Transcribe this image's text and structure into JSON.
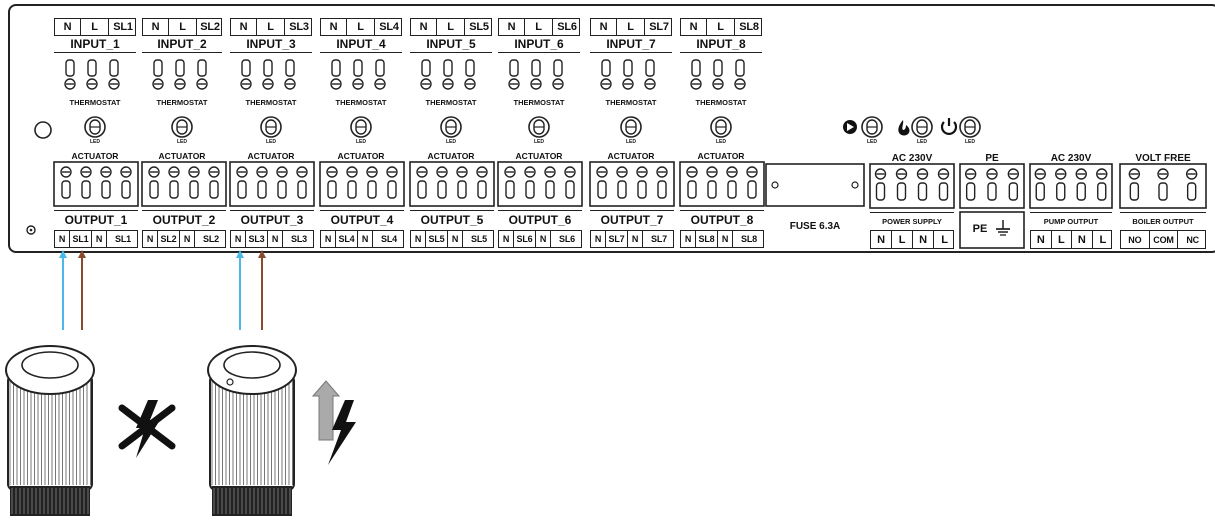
{
  "inputs": [
    {
      "pins": [
        "N",
        "L",
        "SL1"
      ],
      "label": "INPUT_1"
    },
    {
      "pins": [
        "N",
        "L",
        "SL2"
      ],
      "label": "INPUT_2"
    },
    {
      "pins": [
        "N",
        "L",
        "SL3"
      ],
      "label": "INPUT_3"
    },
    {
      "pins": [
        "N",
        "L",
        "SL4"
      ],
      "label": "INPUT_4"
    },
    {
      "pins": [
        "N",
        "L",
        "SL5"
      ],
      "label": "INPUT_5"
    },
    {
      "pins": [
        "N",
        "L",
        "SL6"
      ],
      "label": "INPUT_6"
    },
    {
      "pins": [
        "N",
        "L",
        "SL7"
      ],
      "label": "INPUT_7"
    },
    {
      "pins": [
        "N",
        "L",
        "SL8"
      ],
      "label": "INPUT_8"
    }
  ],
  "outputs": [
    {
      "pins": [
        "N",
        "SL1",
        "N",
        "SL1"
      ],
      "label": "OUTPUT_1"
    },
    {
      "pins": [
        "N",
        "SL2",
        "N",
        "SL2"
      ],
      "label": "OUTPUT_2"
    },
    {
      "pins": [
        "N",
        "SL3",
        "N",
        "SL3"
      ],
      "label": "OUTPUT_3"
    },
    {
      "pins": [
        "N",
        "SL4",
        "N",
        "SL4"
      ],
      "label": "OUTPUT_4"
    },
    {
      "pins": [
        "N",
        "SL5",
        "N",
        "SL5"
      ],
      "label": "OUTPUT_5"
    },
    {
      "pins": [
        "N",
        "SL6",
        "N",
        "SL6"
      ],
      "label": "OUTPUT_6"
    },
    {
      "pins": [
        "N",
        "SL7",
        "N",
        "SL7"
      ],
      "label": "OUTPUT_7"
    },
    {
      "pins": [
        "N",
        "SL8",
        "N",
        "SL8"
      ],
      "label": "OUTPUT_8"
    }
  ],
  "thermostat_label": "THERMOSTAT",
  "led_label": "LED",
  "actuator_label": "ACTUATOR",
  "fuse_label": "FUSE 6.3A",
  "power": {
    "title": "AC 230V",
    "label": "POWER SUPPLY",
    "pins": [
      "N",
      "L",
      "N",
      "L"
    ]
  },
  "pe": {
    "title": "PE",
    "label": "PE"
  },
  "pump": {
    "title": "AC 230V",
    "label": "PUMP OUTPUT",
    "pins": [
      "N",
      "L",
      "N",
      "L"
    ]
  },
  "boiler": {
    "title": "VOLT FREE",
    "label": "BOILER OUTPUT",
    "pins": [
      "NO",
      "COM",
      "NC"
    ]
  },
  "status_icons": [
    "play-icon",
    "flame-icon",
    "power-icon"
  ],
  "wire_colors": {
    "neutral": "#4ab8e8",
    "live": "#8a4a2e"
  },
  "icons": [
    "crossed-lightning-icon",
    "lightning-arrow-icon"
  ]
}
